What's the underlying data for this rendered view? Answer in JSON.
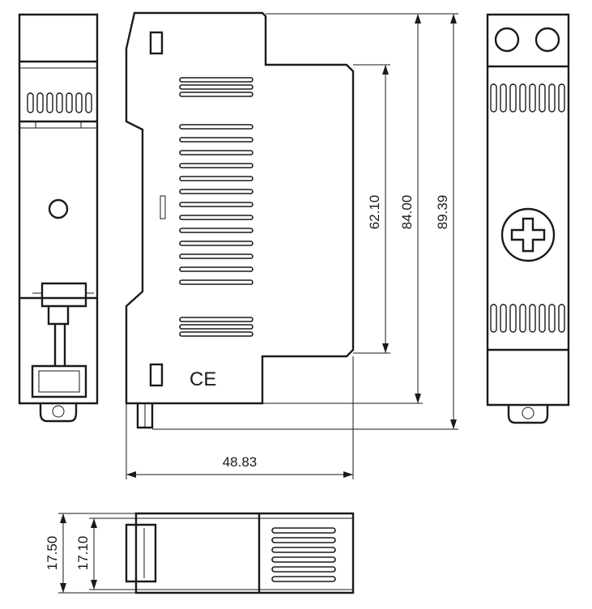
{
  "dimensions": {
    "d62_10": "62.10",
    "d84_00": "84.00",
    "d89_39": "89.39",
    "d48_83": "48.83",
    "d17_50": "17.50",
    "d17_10": "17.10"
  },
  "marks": {
    "ce": "CE"
  }
}
